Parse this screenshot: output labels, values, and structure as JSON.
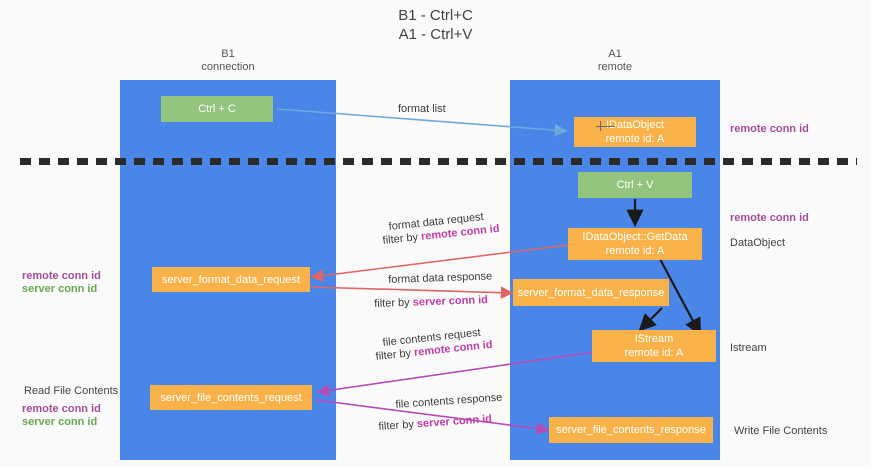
{
  "title": "B1 - Ctrl+C\nA1 - Ctrl+V",
  "columns": {
    "left": {
      "header": "B1\nconnection"
    },
    "right": {
      "header": "A1\nremote"
    }
  },
  "boxes": {
    "ctrl_c": "Ctrl + C",
    "ctrl_v": "Ctrl + V",
    "idataobject_top": "IDataObject\nremote id: A",
    "idataobject_getdata": "IDataObject::GetData\nremote id: A",
    "server_format_data_request": "server_format_data_request",
    "server_format_data_response": "server_format_data_response",
    "istream": "IStream\nremote id: A",
    "server_file_contents_request": "server_file_contents_request",
    "server_file_contents_response": "server_file_contents_response"
  },
  "annotations": {
    "format_list": "format list",
    "format_data_request": "format data request",
    "format_data_request_filter_prefix": "filter by ",
    "format_data_request_filter_key": "remote conn id",
    "format_data_response": "format data response",
    "format_data_response_filter_prefix": "filter by ",
    "format_data_response_filter_key": "server conn id",
    "file_contents_request": "file contents request",
    "file_contents_request_filter_prefix": "filter by ",
    "file_contents_request_filter_key": "remote conn id",
    "file_contents_response": "file contents response",
    "file_contents_response_filter_prefix": "filter by ",
    "file_contents_response_filter_key": "server conn id"
  },
  "side_labels": {
    "right_remote_conn_id_top": "remote conn id",
    "right_remote_conn_id_mid": "remote conn id",
    "right_dataobject": "DataObject",
    "right_istream": "Istream",
    "right_write_file_contents": "Write File Contents",
    "left_remote_conn_id_mid": "remote conn id",
    "left_server_conn_id_mid": "server conn id",
    "left_read_file_contents": "Read File Contents",
    "left_remote_conn_id_bottom": "remote conn id",
    "left_server_conn_id_bottom": "server conn id"
  },
  "colors": {
    "lane": "#4a86e8",
    "green_box": "#93c47d",
    "orange_box": "#f9b24a",
    "purple_label": "#a64d9a",
    "green_label": "#6aa84f",
    "blue_arrow": "#6fa8dc",
    "red_arrow": "#e06666",
    "magenta_arrow": "#b54bb5",
    "black_arrow": "#1a1a1a",
    "background": "#fafafa"
  }
}
